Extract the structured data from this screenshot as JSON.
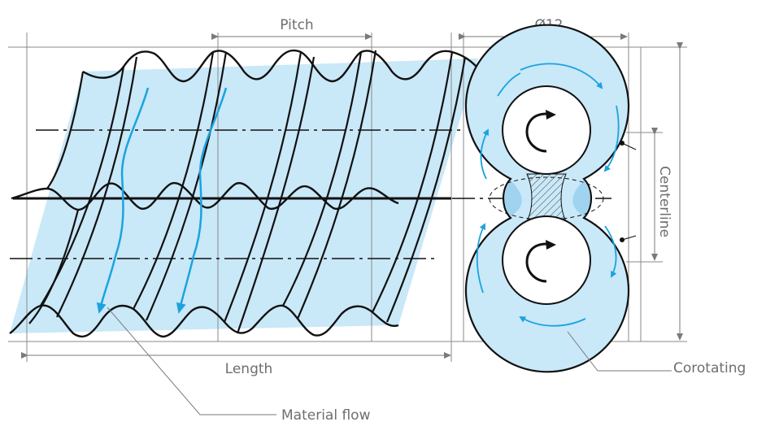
{
  "labels": {
    "pitch": "Pitch",
    "diameter": "Ø12",
    "centerline": "Centerline",
    "length": "Length",
    "corotating": "Corotating",
    "material_flow": "Material flow"
  },
  "colors": {
    "flow_fill": "#c9e8f8",
    "flow_fill_dark": "#9fd3f0",
    "flow_arrow": "#1aa3e0",
    "line": "#111111",
    "dimension": "#7a7a7a",
    "label_text": "#6e6e6e"
  }
}
